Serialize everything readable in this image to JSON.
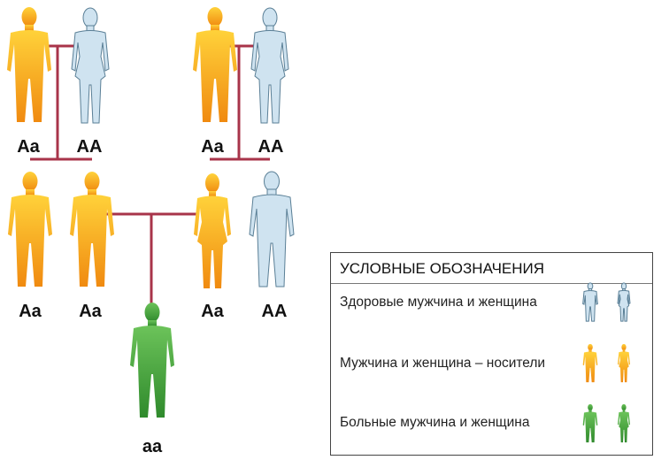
{
  "colors": {
    "carrier_gradient_top": "#ffd23a",
    "carrier_gradient_bottom": "#f08a10",
    "healthy": "#cfe3f0",
    "healthy_outline": "#5a7f96",
    "affected": "#3f9e3a",
    "affected_light": "#6cc35a",
    "connector": "#a8344a"
  },
  "genotypes": {
    "gp1_male": "Aa",
    "gp1_female": "AA",
    "gp2_male": "Aa",
    "gp2_female": "AA",
    "p_sibling": "Aa",
    "p_father": "Aa",
    "p_mother": "Aa",
    "p_sibling2": "AA",
    "child": "aa"
  },
  "legend": {
    "title": "УСЛОВНЫЕ ОБОЗНАЧЕНИЯ",
    "items": [
      {
        "label": "Здоровые мужчина и женщина",
        "status": "healthy"
      },
      {
        "label": "Мужчина и женщина – носители",
        "status": "carrier"
      },
      {
        "label": "Больные мужчина и женщина",
        "status": "affected"
      }
    ]
  }
}
